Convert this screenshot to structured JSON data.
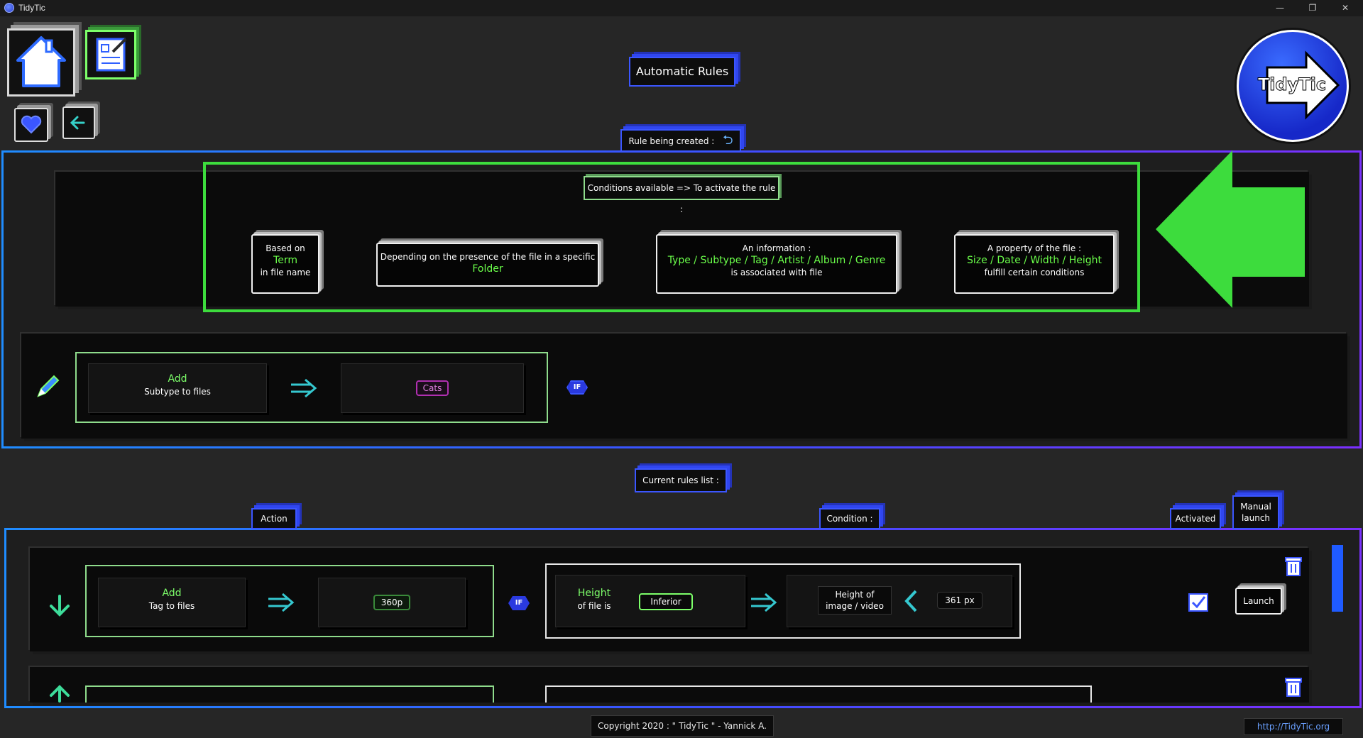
{
  "window": {
    "title": "TidyTic",
    "minimize": "—",
    "maximize": "❐",
    "close": "✕"
  },
  "header": {
    "title": "Automatic Rules",
    "logo_text": "TidyTic"
  },
  "creation": {
    "tag_label": "Rule being created :",
    "conditions_title": "Conditions available => To activate the rule :",
    "conditions": [
      {
        "line1": "Based on",
        "highlight": "Term",
        "line3": "in file name"
      },
      {
        "line1": "Depending on the presence of the file in a specific",
        "highlight": "Folder",
        "line3": ""
      },
      {
        "line1": "An information :",
        "highlight": "Type / Subtype / Tag / Artist / Album / Genre",
        "line3": "is associated with file"
      },
      {
        "line1": "A property of the file :",
        "highlight": "Size / Date / Width / Height",
        "line3": "fulfill certain conditions"
      }
    ],
    "draft": {
      "action_verb": "Add",
      "action_target": "Subtype to files",
      "value": "Cats",
      "if_label": "IF"
    }
  },
  "rules_list": {
    "tag_label": "Current rules list :",
    "columns": {
      "action": "Action",
      "condition": "Condition :",
      "activated": "Activated",
      "manual_launch_line1": "Manual",
      "manual_launch_line2": "launch"
    },
    "rows": [
      {
        "action_verb": "Add",
        "action_target": "Tag to files",
        "value": "360p",
        "if_label": "IF",
        "cond_property": "Height",
        "cond_property_sub": "of file is",
        "cond_operator": "Inferior",
        "cond_target_line1": "Height of",
        "cond_target_line2": "image / video",
        "cond_value": "361 px",
        "activated": true,
        "launch_label": "Launch"
      }
    ]
  },
  "footer": {
    "copyright": "Copyright 2020 : \" TidyTic \" - Yannick A.",
    "link": "http://TidyTic.org"
  },
  "colors": {
    "accent_blue": "#3b56ff",
    "accent_purple": "#7b2fff",
    "accent_green": "#3ddc3d",
    "text_green": "#7dff6a"
  }
}
